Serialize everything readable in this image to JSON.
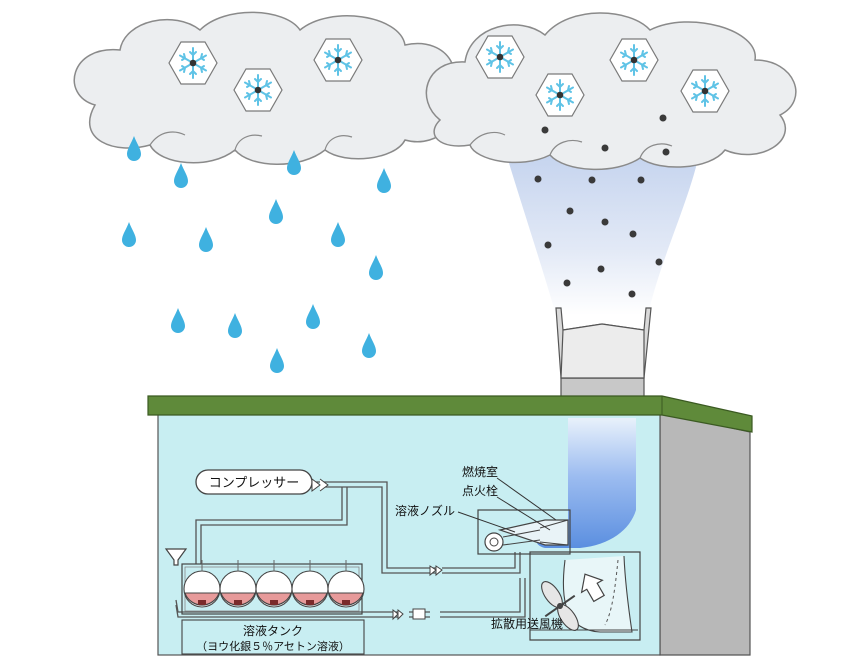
{
  "labels": {
    "compressor": "コンプレッサー",
    "combustion_chamber": "燃焼室",
    "igniter": "点火栓",
    "solution_nozzle": "溶液ノズル",
    "solution_tank_line1": "溶液タンク",
    "solution_tank_line2": "（ヨウ化銀５％アセトン溶液）",
    "diffusion_fan": "拡散用送風機"
  },
  "colors": {
    "cloud_fill": "#eceef0",
    "cloud_stroke": "#8a8a8a",
    "raindrop": "#3fb1e0",
    "snow_crystal": "#5fc3e6",
    "particle": "#3a3a3a",
    "plume": "#c9d8ef",
    "roof": "#5f8a3a",
    "building_front": "#c8eef2",
    "building_side": "#b8b8b8",
    "tank_liquid": "#e79a9a",
    "flame_blue": "#7aa8e6"
  },
  "icons": [
    "snow-crystal-icon",
    "raindrop-icon",
    "fan-icon",
    "arrow-icon",
    "valve-icon"
  ]
}
